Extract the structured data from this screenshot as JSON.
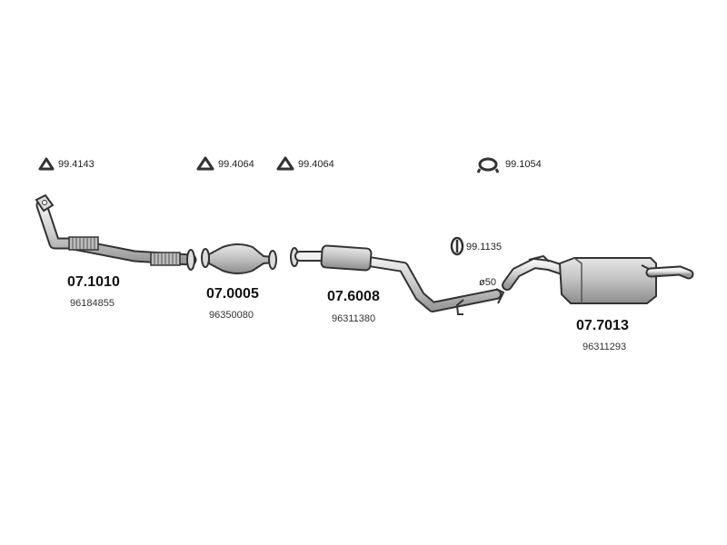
{
  "gaskets": [
    {
      "code": "99.4143"
    },
    {
      "code": "99.4064"
    },
    {
      "code": "99.4064"
    },
    {
      "code": "99.1054"
    },
    {
      "code": "99.1135"
    }
  ],
  "parts": [
    {
      "number": "07.1010",
      "oem": "96184855"
    },
    {
      "number": "07.0005",
      "oem": "96350080"
    },
    {
      "number": "07.6008",
      "oem": "96311380"
    },
    {
      "number": "07.7013",
      "oem": "96311293"
    }
  ],
  "pipe_diameter": "ø50",
  "colors": {
    "line": "#333333",
    "fill": "#d9d9d9",
    "fill_dark": "#a8a8a8"
  }
}
